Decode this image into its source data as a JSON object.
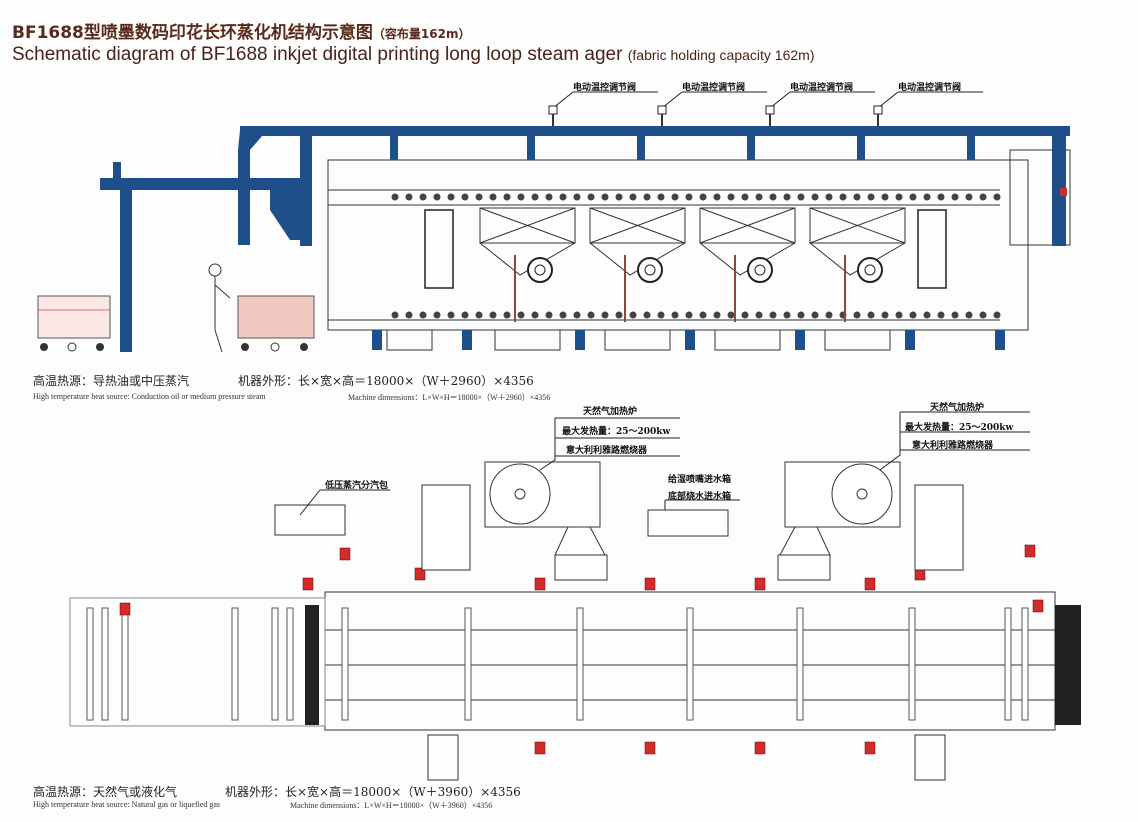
{
  "title": {
    "cn": "BF1688型喷墨数码印花长环蒸化机结构示意图",
    "cn_capacity": "（容布量162m）",
    "en": "Schematic diagram of BF1688 inkjet digital printing long loop steam ager",
    "en_capacity": "(fabric holding capacity 162m)"
  },
  "top_diagram": {
    "valve_labels": [
      "电动温控调节阀",
      "电动温控调节阀",
      "电动温控调节阀",
      "电动温控调节阀"
    ],
    "heat_source_cn": "高温热源：导热油或中压蒸汽",
    "dimensions_cn": "机器外形：长×宽×高＝18000×（W＋2960）×4356",
    "heat_source_en": "High temperature heat source: Conduction oil or medium pressure steam",
    "dimensions_en": "Machine dimensions：L×W×H＝18000×（W＋2960）×4356"
  },
  "bottom_diagram": {
    "heater_left": {
      "title": "天然气加热炉",
      "max_heat": "最大发热量：25～200kw",
      "burner": "意大利利雅路燃烧器"
    },
    "heater_right": {
      "title": "天然气加热炉",
      "max_heat": "最大发热量：25～200kw",
      "burner": "意大利利雅路燃烧器"
    },
    "steam_header_label": "低压蒸汽分汽包",
    "nozzle_tank_label": "给湿喷嘴进水箱",
    "bottom_tank_label": "底部烧水进水箱",
    "heat_source_cn": "高温热源：天然气或液化气",
    "dimensions_cn": "机器外形：长×宽×高＝18000×（W＋3960）×4356",
    "heat_source_en": "High temperature heat source: Natural gas or liquefied gas",
    "dimensions_en": "Machine dimensions：L×W×H＝18000×（W＋3960）×4356"
  },
  "colors": {
    "frame_blue": "#1f4f8a",
    "motor_red": "#d42a2a",
    "fabric_pink": "#f2c9c0",
    "title_brown": "#5a2a1a"
  }
}
